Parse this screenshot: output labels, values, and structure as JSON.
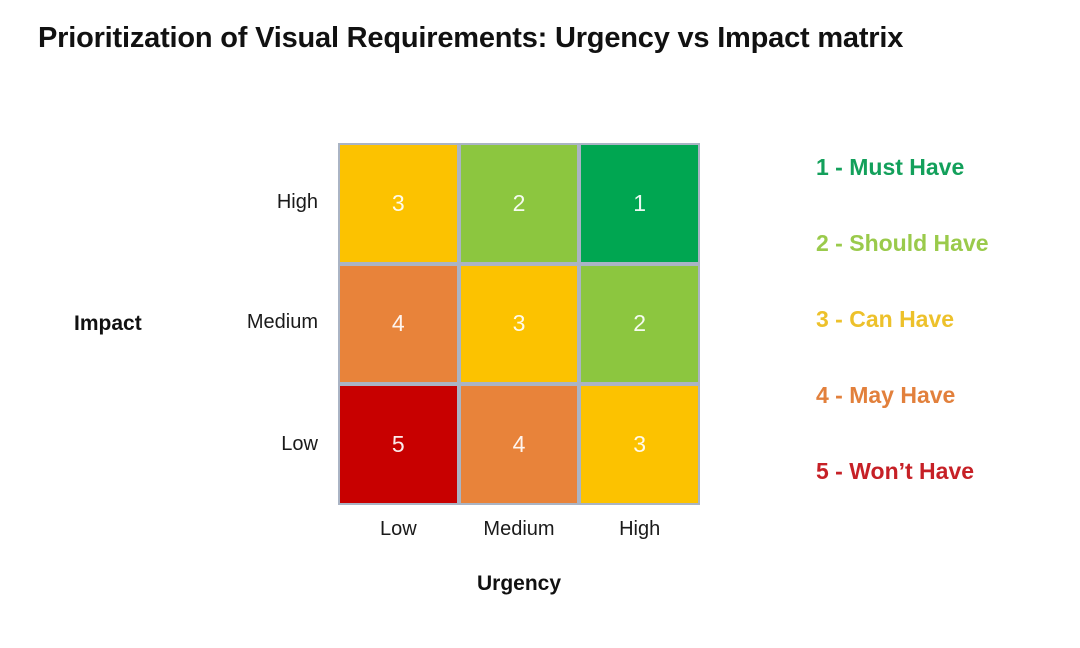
{
  "title": "Prioritization of Visual Requirements: Urgency vs Impact matrix",
  "axes": {
    "y_title": "Impact",
    "x_title": "Urgency",
    "y_ticks": [
      "High",
      "Medium",
      "Low"
    ],
    "x_ticks": [
      "Low",
      "Medium",
      "High"
    ]
  },
  "colors": {
    "must_have": "#00A651",
    "should_have": "#8CC63F",
    "can_have": "#FCC200",
    "may_have": "#E8833A",
    "wont_have": "#C80000",
    "legend_must_have": "#13A05B",
    "legend_should_have": "#9ACA4B",
    "legend_can_have": "#EDC12B",
    "legend_may_have": "#E2803C",
    "legend_wont_have": "#C62026",
    "grid_line": "#aab4c4",
    "cell_text": "#FFFFFF"
  },
  "legend": [
    {
      "value": "1",
      "separator": "-",
      "label": "Must Have",
      "text": "1 - Must Have",
      "color": "#13A05B"
    },
    {
      "value": "2",
      "separator": "-",
      "label": "Should Have",
      "text": "2 - Should Have",
      "color": "#9ACA4B"
    },
    {
      "value": "3",
      "separator": "-",
      "label": "Can Have",
      "text": "3 - Can Have",
      "color": "#EDC12B"
    },
    {
      "value": "4",
      "separator": "-",
      "label": "May Have",
      "text": "4 - May Have",
      "color": "#E2803C"
    },
    {
      "value": "5",
      "separator": "-",
      "label": "Won’t Have",
      "text": "5 - Won’t Have",
      "color": "#C62026"
    }
  ],
  "chart_data": {
    "type": "heatmap",
    "title": "Prioritization of Visual Requirements: Urgency vs Impact matrix",
    "xlabel": "Urgency",
    "ylabel": "Impact",
    "x_categories": [
      "Low",
      "Medium",
      "High"
    ],
    "y_categories": [
      "High",
      "Medium",
      "Low"
    ],
    "grid": true,
    "legend_position": "right",
    "cells": [
      {
        "row": "High",
        "col": "Low",
        "value": "3",
        "color": "#FCC200",
        "priority": "Can Have"
      },
      {
        "row": "High",
        "col": "Medium",
        "value": "2",
        "color": "#8CC63F",
        "priority": "Should Have"
      },
      {
        "row": "High",
        "col": "High",
        "value": "1",
        "color": "#00A651",
        "priority": "Must Have"
      },
      {
        "row": "Medium",
        "col": "Low",
        "value": "4",
        "color": "#E8833A",
        "priority": "May Have"
      },
      {
        "row": "Medium",
        "col": "Medium",
        "value": "3",
        "color": "#FCC200",
        "priority": "Can Have"
      },
      {
        "row": "Medium",
        "col": "High",
        "value": "2",
        "color": "#8CC63F",
        "priority": "Should Have"
      },
      {
        "row": "Low",
        "col": "Low",
        "value": "5",
        "color": "#C80000",
        "priority": "Won’t Have"
      },
      {
        "row": "Low",
        "col": "Medium",
        "value": "4",
        "color": "#E8833A",
        "priority": "May Have"
      },
      {
        "row": "Low",
        "col": "High",
        "value": "3",
        "color": "#FCC200",
        "priority": "Can Have"
      }
    ],
    "values": [
      [
        3,
        2,
        1
      ],
      [
        4,
        3,
        2
      ],
      [
        5,
        4,
        3
      ]
    ]
  }
}
